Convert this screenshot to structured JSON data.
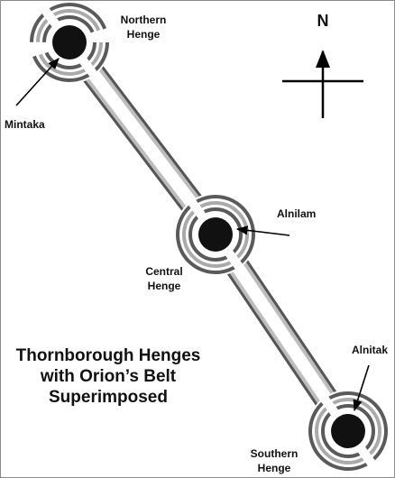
{
  "labels": {
    "northern_henge_line1": "Northern",
    "northern_henge_line2": "Henge",
    "central_henge_line1": "Central",
    "central_henge_line2": "Henge",
    "southern_henge_line1": "Southern",
    "southern_henge_line2": "Henge",
    "mintaka": "Mintaka",
    "alnilam": "Alnilam",
    "alnitak": "Alnitak"
  },
  "compass": {
    "north_label": "N"
  },
  "title": {
    "line1": "Thornborough Henges",
    "line2": "with Orion’s Belt",
    "line3": "Superimposed"
  }
}
